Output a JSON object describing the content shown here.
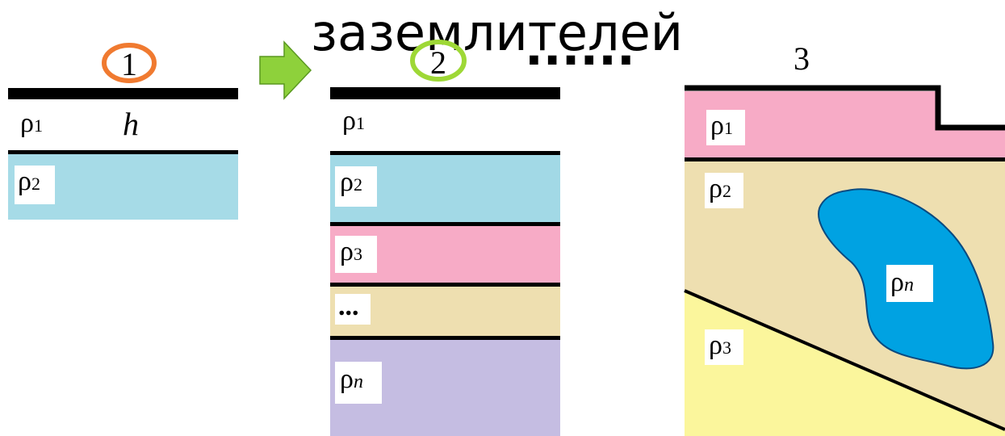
{
  "title": "заземлителей",
  "separator_dots": "......",
  "panel1": {
    "number": "1",
    "circle_color": "#f07a30",
    "h_label": "h",
    "layers": [
      {
        "rho": "ρ",
        "sub": "1",
        "color": "#ffffff"
      },
      {
        "rho": "ρ",
        "sub": "2",
        "color": "#a6dbe7"
      }
    ]
  },
  "arrow_color": "#8ed13b",
  "panel2": {
    "number": "2",
    "circle_color": "#9ed836",
    "layers": [
      {
        "rho": "ρ",
        "sub": "1",
        "color": "#ffffff"
      },
      {
        "rho": "ρ",
        "sub": "2",
        "color": "#a2d9e6"
      },
      {
        "rho": "ρ",
        "sub": "3",
        "color": "#f7abc6"
      },
      {
        "ellipsis": "...",
        "color": "#eedfb0"
      },
      {
        "rho": "ρ",
        "sub": "n",
        "color": "#c5bde2"
      }
    ]
  },
  "panel3": {
    "number": "3",
    "layers": [
      {
        "rho": "ρ",
        "sub": "1",
        "color": "#f7abc6"
      },
      {
        "rho": "ρ",
        "sub": "2",
        "color": "#eedfb0"
      },
      {
        "rho": "ρ",
        "sub": "3",
        "color": "#fbf69c"
      }
    ],
    "lens": {
      "rho": "ρ",
      "sub": "n",
      "color": "#00a2e2"
    }
  }
}
